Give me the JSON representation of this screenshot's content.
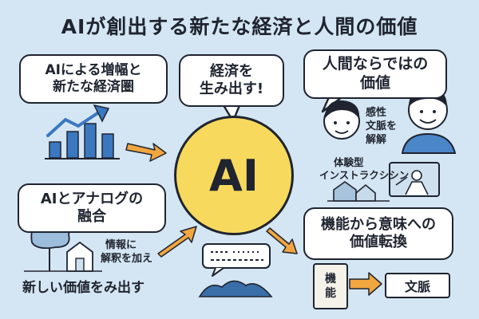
{
  "title": "AIが創出する新たな経済と人間の価値",
  "left_top_box": {
    "line1": "AIによる増幅と",
    "line2": "新たな経済圏"
  },
  "center_bubble": {
    "line1": "経済を",
    "line2": "生み出す!"
  },
  "center_circle": {
    "label": "AI"
  },
  "right_top_box": {
    "line1": "人間ならではの",
    "line2": "価値"
  },
  "human_notes": {
    "line1": "感性",
    "line2": "文脈を",
    "line3": "解解"
  },
  "experience_label": {
    "line1": "体験型",
    "line2": "インストラクシシン"
  },
  "left_bottom_box": {
    "line1": "AIとアナログの",
    "line2": "融合"
  },
  "info_note": {
    "line1": "情報に",
    "line2": "解釈を加え"
  },
  "new_value_caption": "新しい価値をみ出す",
  "right_bottom_box": {
    "line1": "機能から意味への",
    "line2": "価値転換"
  },
  "function_tag": {
    "line1": "機",
    "line2": "能"
  },
  "context_tag": "文脈",
  "colors": {
    "background": "#d4e6f3",
    "ai_circle": "#f7d95d",
    "arrow": "#f2a640",
    "chart_blue": "#3a78c0",
    "person_blue": "#4b86c8"
  }
}
